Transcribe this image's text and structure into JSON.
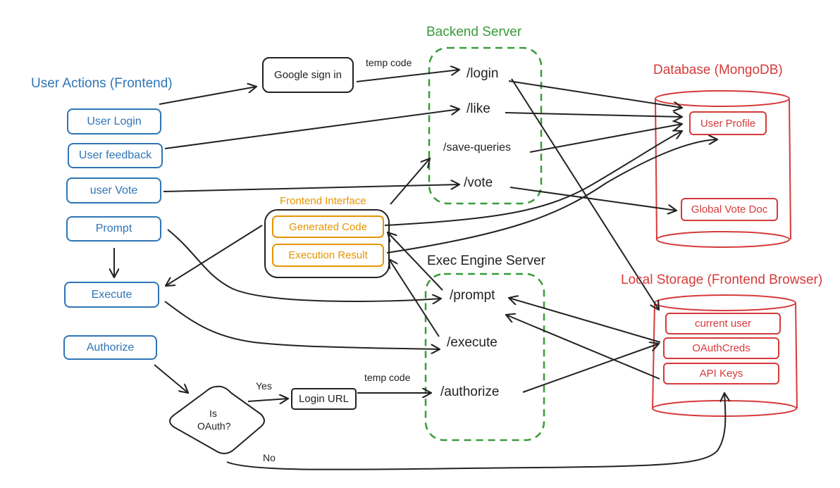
{
  "groups": {
    "user_actions": "User Actions (Frontend)",
    "backend_server": "Backend Server",
    "database": "Database (MongoDB)",
    "frontend_interface": "Frontend Interface",
    "exec_engine": "Exec Engine Server",
    "local_storage": "Local Storage (Frontend Browser)"
  },
  "user_actions": {
    "user_login": "User Login",
    "user_feedback": "User feedback",
    "user_vote": "user Vote",
    "prompt": "Prompt",
    "execute": "Execute",
    "authorize": "Authorize"
  },
  "google_sign_in": "Google sign in",
  "backend_endpoints": {
    "login": "/login",
    "like": "/like",
    "save_queries": "/save-queries",
    "vote": "/vote"
  },
  "database_items": {
    "user_profile": "User Profile",
    "global_vote_doc": "Global Vote Doc"
  },
  "frontend_interface_items": {
    "generated_code": "Generated Code",
    "execution_result": "Execution Result"
  },
  "exec_endpoints": {
    "prompt": "/prompt",
    "execute": "/execute",
    "authorize": "/authorize"
  },
  "local_storage_items": {
    "current_user": "current user",
    "oauth_creds": "OAuthCreds",
    "api_keys": "API Keys"
  },
  "decision": {
    "question_line1": "Is",
    "question_line2": "OAuth?",
    "yes": "Yes",
    "no": "No"
  },
  "login_url": "Login URL",
  "edge_labels": {
    "temp_code_top": "temp code",
    "temp_code_bottom": "temp code"
  },
  "colors": {
    "blue": "#2e75b6",
    "green": "#3a9a3a",
    "red": "#d63a3a",
    "orange": "#e69500",
    "black": "#222222"
  }
}
